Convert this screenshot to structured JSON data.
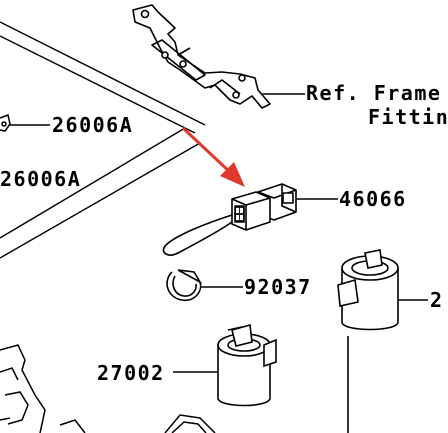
{
  "labels": {
    "ref_frame": "Ref. Frame",
    "fitting": "Fittin",
    "part_26006a_upper": "26006A",
    "part_26006a_lower": "26006A",
    "part_46066": "46066",
    "part_92037": "92037",
    "part_27002": "27002",
    "part_2_cut": "2"
  },
  "colors": {
    "line": "#000000",
    "arrow": "#e0392b",
    "background": "#ffffff"
  },
  "icons": {
    "arrow": "pointer-arrow"
  }
}
